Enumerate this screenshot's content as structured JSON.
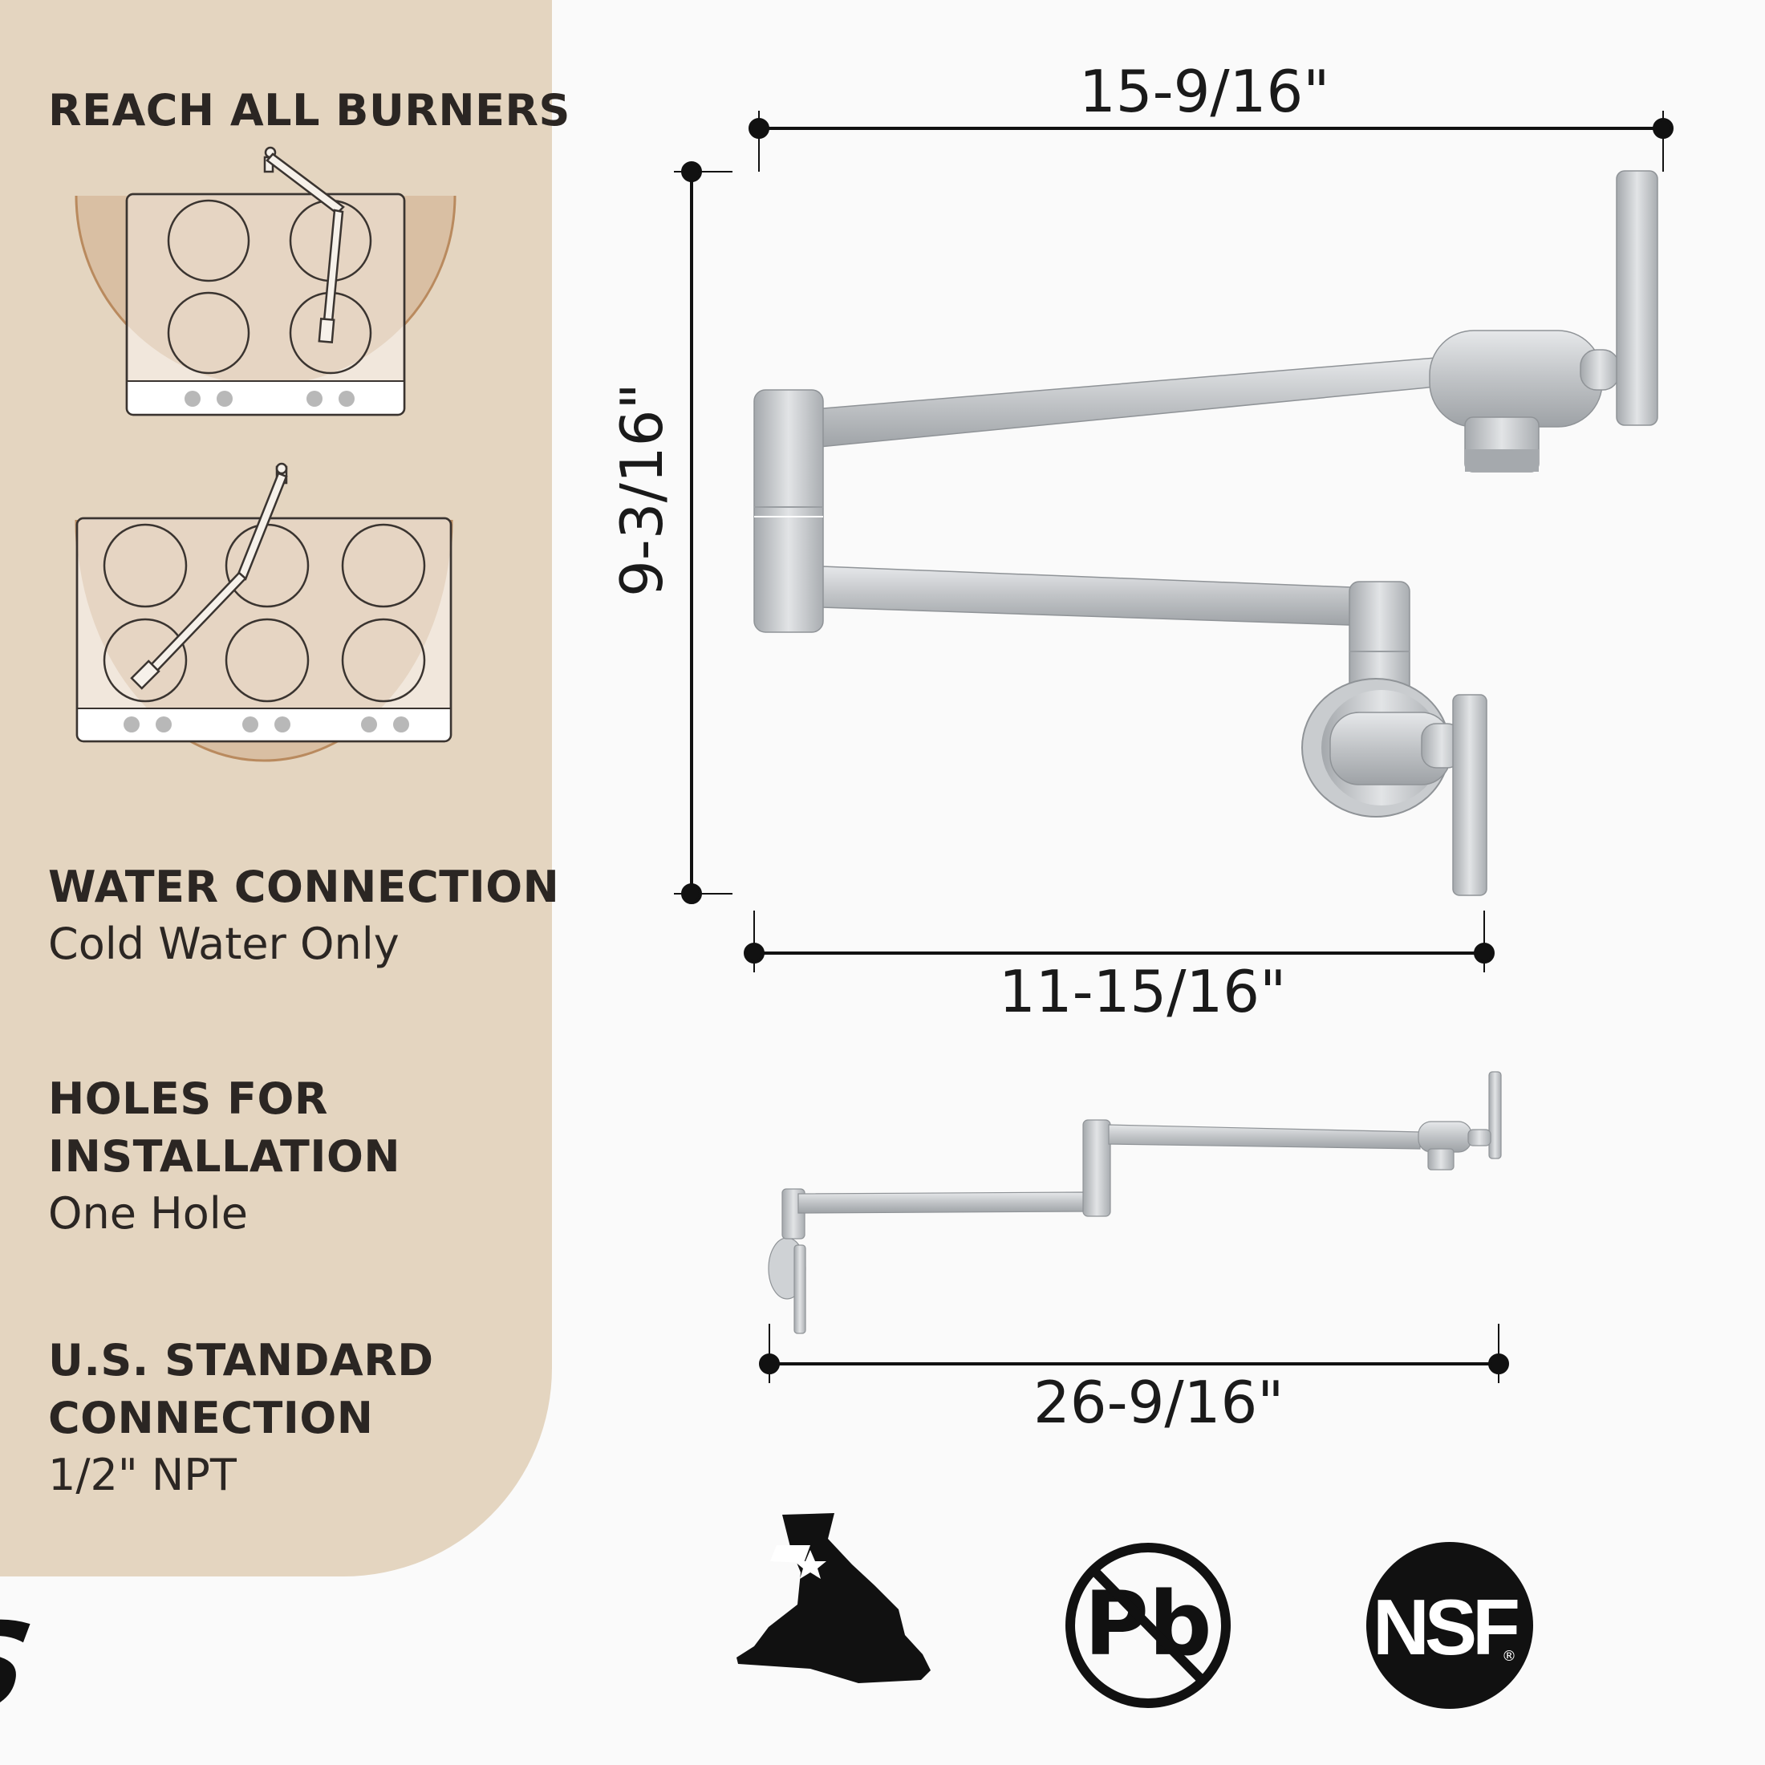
{
  "features": [
    {
      "title": "REACH ALL BURNERS"
    },
    {
      "title_lines": [
        "WATER CONNECTION"
      ],
      "value": "Cold Water Only"
    },
    {
      "title_lines": [
        "HOLES FOR",
        "INSTALLATION"
      ],
      "value": "One Hole"
    },
    {
      "title_lines": [
        "U.S. STANDARD",
        "CONNECTION"
      ],
      "value": "1/2\" NPT"
    }
  ],
  "dimensions": {
    "top_width": "15-9/16\"",
    "height": "9-3/16\"",
    "bottom_width": "11-15/16\"",
    "extended_width": "26-9/16\""
  },
  "brand": "KES",
  "badges": {
    "lead_free": "Pb",
    "nsf": "NSF",
    "nsf_mark": "®"
  },
  "colors": {
    "panel": "#e4d5c0",
    "accent_arc": "#b98a5e",
    "metal": "#c4c6c8",
    "ink": "#1a1a1a"
  }
}
